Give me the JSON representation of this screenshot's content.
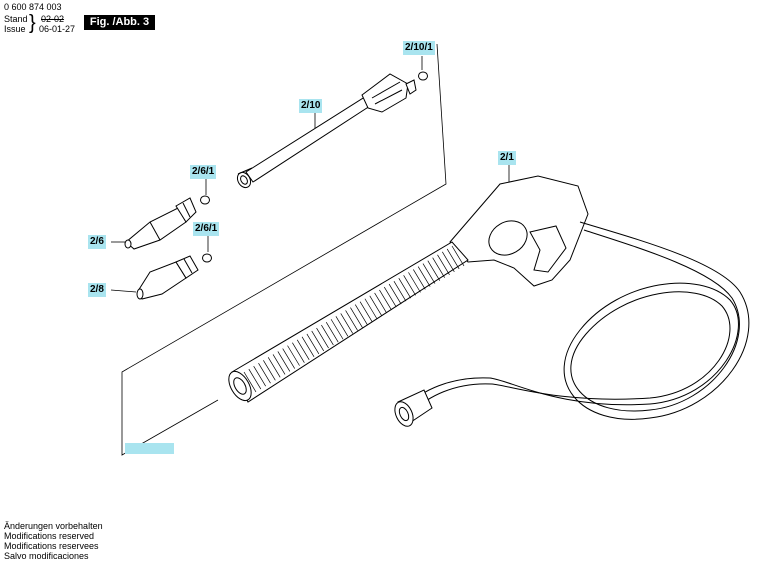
{
  "header": {
    "part_number": "0 600 874 003",
    "stand_label": "Stand",
    "stand_value": "02-02",
    "issue_label": "Issue",
    "issue_value": "06-01-27",
    "figure_title": "Fig. /Abb. 3"
  },
  "labels": {
    "l_2_10_1": "2/10/1",
    "l_2_10": "2/10",
    "l_2_6_1_a": "2/6/1",
    "l_2_6": "2/6",
    "l_2_6_1_b": "2/6/1",
    "l_2_8": "2/8",
    "l_2_1": "2/1"
  },
  "footer": {
    "lines": [
      "Änderungen vorbehalten",
      "Modifications reserved",
      "Modifications reservees",
      "Salvo modificaciones"
    ]
  }
}
